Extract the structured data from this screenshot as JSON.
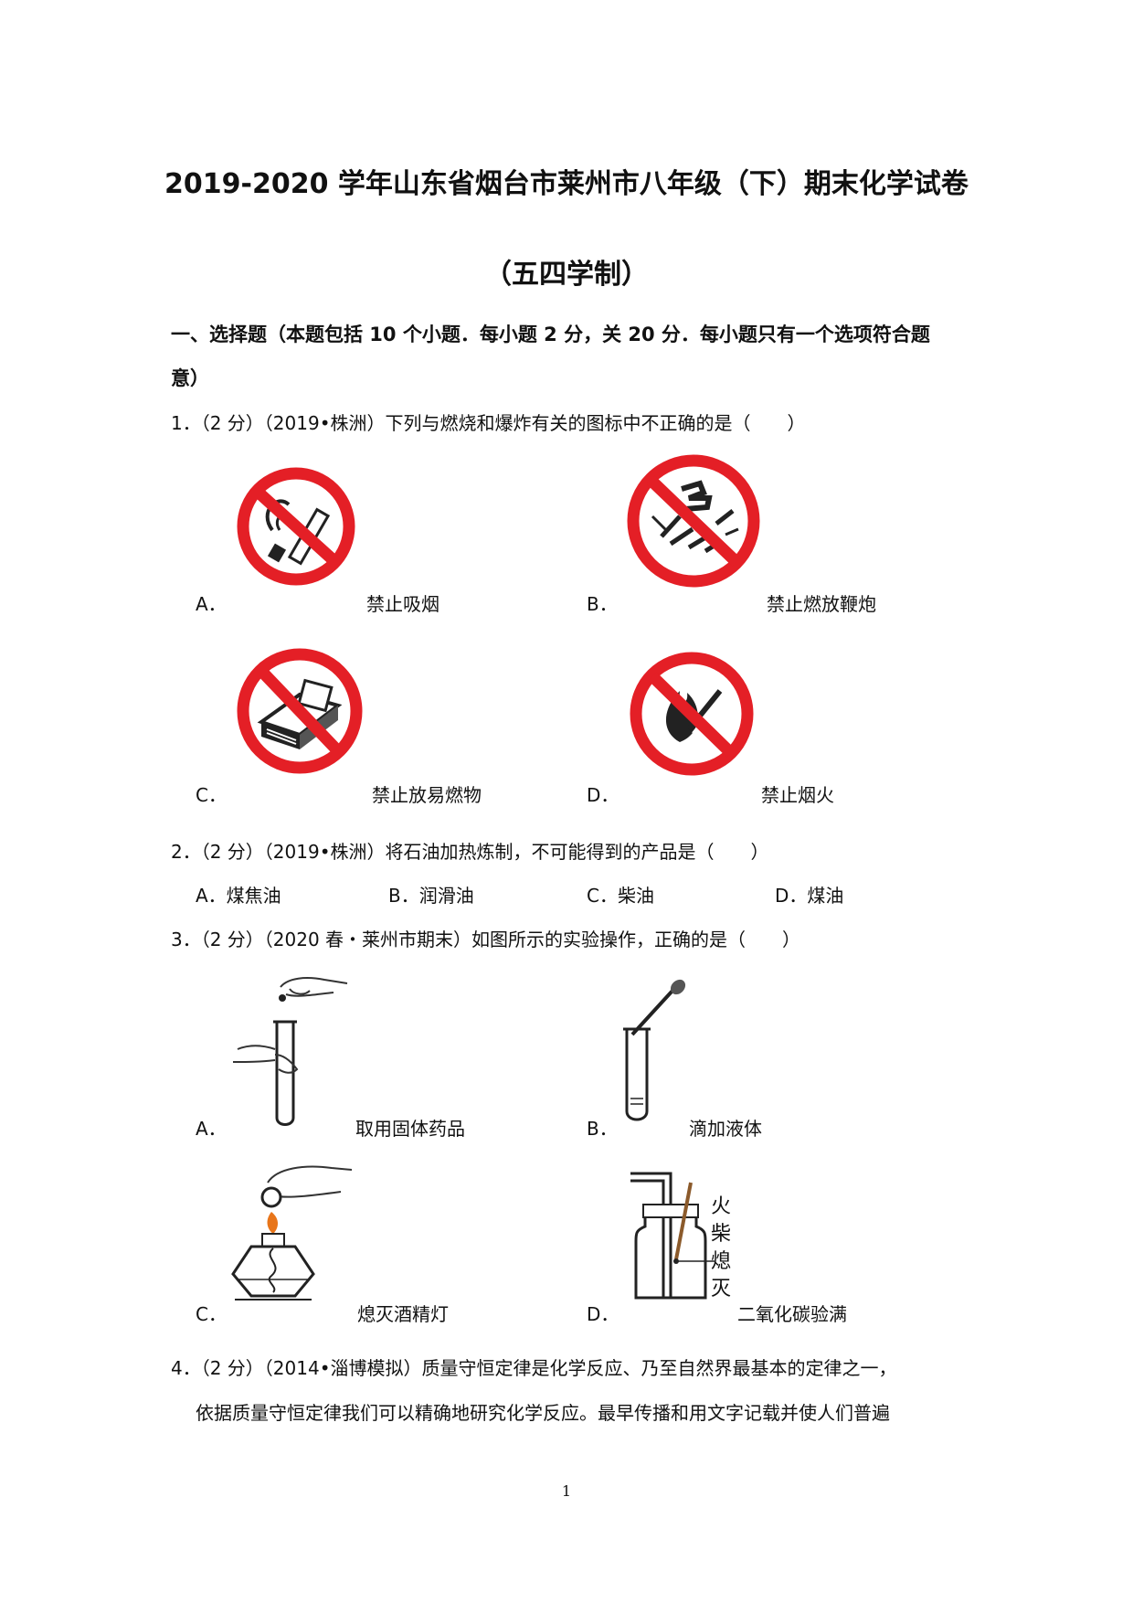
{
  "title": {
    "line1": "2019-2020 学年山东省烟台市莱州市八年级（下）期末化学试卷",
    "line2": "（五四学制）"
  },
  "section1": {
    "heading_line1": "一、选择题（本题包括 10 个小题．每小题 2 分，关 20 分．每小题只有一个选项符合题",
    "heading_line2": "意）"
  },
  "q1": {
    "stem": "1．（2 分）（2019•株洲）下列与燃烧和爆炸有关的图标中不正确的是（　　）",
    "options": [
      {
        "letter": "A．",
        "caption": "禁止吸烟",
        "icon": "no-smoking-icon"
      },
      {
        "letter": "B．",
        "caption": "禁止燃放鞭炮",
        "icon": "no-firecrackers-icon"
      },
      {
        "letter": "C．",
        "caption": "禁止放易燃物",
        "icon": "no-flammables-icon"
      },
      {
        "letter": "D．",
        "caption": "禁止烟火",
        "icon": "no-open-flame-icon"
      }
    ]
  },
  "q2": {
    "stem": "2．（2 分）（2019•株洲）将石油加热炼制，不可能得到的产品是（　　）",
    "options": [
      "A．煤焦油",
      "B．润滑油",
      "C．柴油",
      "D．煤油"
    ]
  },
  "q3": {
    "stem": "3．（2 分）（2020 春・莱州市期末）如图所示的实验操作，正确的是（　　）",
    "options": [
      {
        "letter": "A．",
        "caption": "取用固体药品",
        "icon": "test-tube-solid-icon"
      },
      {
        "letter": "B．",
        "caption": "滴加液体",
        "icon": "dropper-icon"
      },
      {
        "letter": "C．",
        "caption": "熄灭酒精灯",
        "icon": "alcohol-lamp-icon"
      },
      {
        "letter": "D．",
        "caption": "二氧化碳验满",
        "icon": "gas-bottle-icon"
      }
    ],
    "d_side_label": [
      "火",
      "柴",
      "熄",
      "灭"
    ]
  },
  "q4": {
    "stem_line1": "4．（2 分）（2014•淄博模拟）质量守恒定律是化学反应、乃至自然界最基本的定律之一，",
    "stem_line2": "依据质量守恒定律我们可以精确地研究化学反应。最早传播和用文字记载并使人们普遍"
  },
  "page_number": "1",
  "colors": {
    "prohibition_red": "#e41f26",
    "ink": "#111111"
  }
}
